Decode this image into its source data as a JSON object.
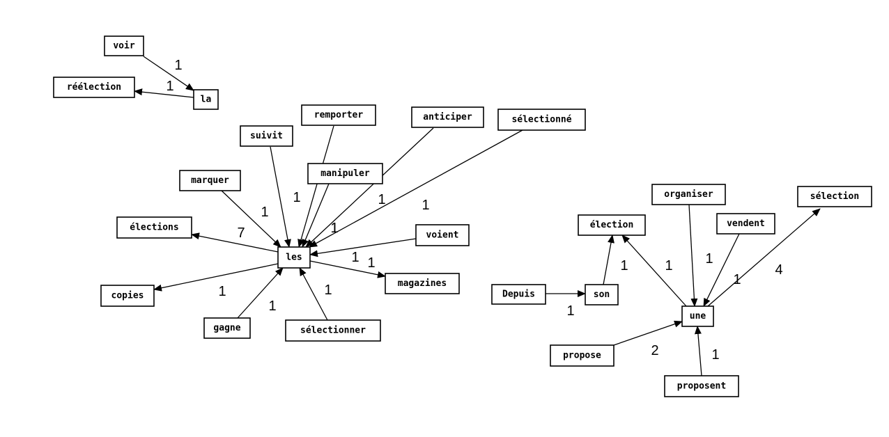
{
  "nodes": [
    {
      "id": "voir",
      "label": "voir"
    },
    {
      "id": "la",
      "label": "la"
    },
    {
      "id": "reelection",
      "label": "réélection"
    },
    {
      "id": "suivit",
      "label": "suivit"
    },
    {
      "id": "remporter",
      "label": "remporter"
    },
    {
      "id": "anticiper",
      "label": "anticiper"
    },
    {
      "id": "selectionne",
      "label": "sélectionné"
    },
    {
      "id": "manipuler",
      "label": "manipuler"
    },
    {
      "id": "marquer",
      "label": "marquer"
    },
    {
      "id": "elections",
      "label": "élections"
    },
    {
      "id": "voient",
      "label": "voient"
    },
    {
      "id": "les",
      "label": "les"
    },
    {
      "id": "copies",
      "label": "copies"
    },
    {
      "id": "magazines",
      "label": "magazines"
    },
    {
      "id": "gagne",
      "label": "gagne"
    },
    {
      "id": "selectionner",
      "label": "sélectionner"
    },
    {
      "id": "organiser",
      "label": "organiser"
    },
    {
      "id": "selection",
      "label": "sélection"
    },
    {
      "id": "election",
      "label": "élection"
    },
    {
      "id": "vendent",
      "label": "vendent"
    },
    {
      "id": "depuis",
      "label": "Depuis"
    },
    {
      "id": "son",
      "label": "son"
    },
    {
      "id": "une",
      "label": "une"
    },
    {
      "id": "propose",
      "label": "propose"
    },
    {
      "id": "proposent",
      "label": "proposent"
    }
  ],
  "edges": [
    {
      "from": "voir",
      "to": "la",
      "weight": "1"
    },
    {
      "from": "la",
      "to": "reelection",
      "weight": "1"
    },
    {
      "from": "suivit",
      "to": "les",
      "weight": "1"
    },
    {
      "from": "remporter",
      "to": "les",
      "weight": "1"
    },
    {
      "from": "manipuler",
      "to": "les",
      "weight": "1"
    },
    {
      "from": "anticiper",
      "to": "les",
      "weight": "1"
    },
    {
      "from": "selectionne",
      "to": "les",
      "weight": "1"
    },
    {
      "from": "marquer",
      "to": "les",
      "weight": "1"
    },
    {
      "from": "les",
      "to": "elections",
      "weight": "7"
    },
    {
      "from": "voient",
      "to": "les",
      "weight": "1"
    },
    {
      "from": "les",
      "to": "magazines",
      "weight": "1"
    },
    {
      "from": "les",
      "to": "copies",
      "weight": "1"
    },
    {
      "from": "gagne",
      "to": "les",
      "weight": "1"
    },
    {
      "from": "selectionner",
      "to": "les",
      "weight": "1"
    },
    {
      "from": "depuis",
      "to": "son",
      "weight": "1"
    },
    {
      "from": "son",
      "to": "election",
      "weight": "1"
    },
    {
      "from": "une",
      "to": "election",
      "weight": "1"
    },
    {
      "from": "organiser",
      "to": "une",
      "weight": "1"
    },
    {
      "from": "vendent",
      "to": "une",
      "weight": "1"
    },
    {
      "from": "une",
      "to": "selection",
      "weight": "4"
    },
    {
      "from": "propose",
      "to": "une",
      "weight": "2"
    },
    {
      "from": "proposent",
      "to": "une",
      "weight": "1"
    }
  ]
}
